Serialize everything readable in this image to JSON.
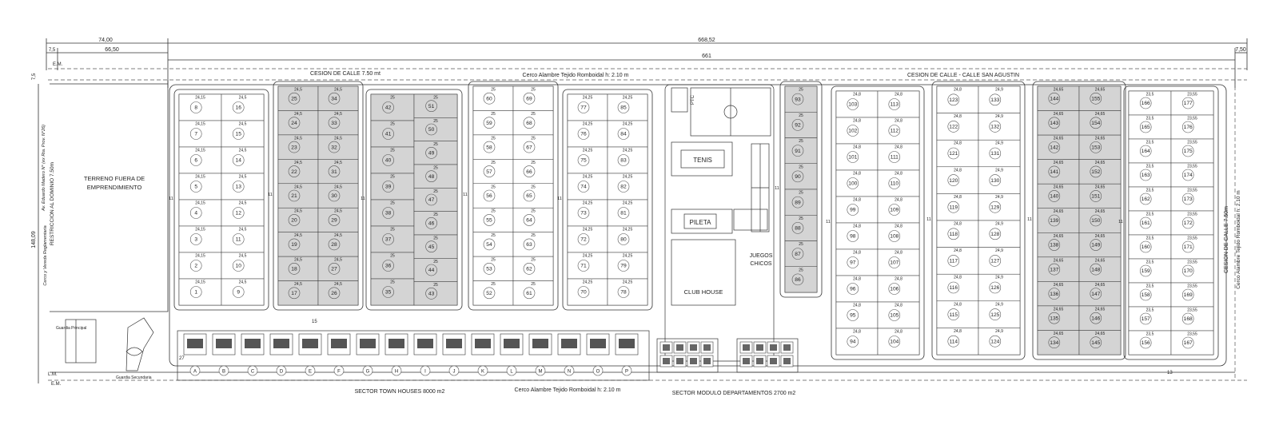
{
  "dimensions": {
    "total_width": "668,52",
    "left_width": "74,00",
    "left_inner": "66,50",
    "main_width": "661",
    "left_margin": "7,5",
    "right_margin": "7,50",
    "height": "148,09",
    "setback": "7,5"
  },
  "labels": {
    "em": "E.M.",
    "lm": "L.M.",
    "cesion_top": "CESION DE CALLE 7.50 mt",
    "cerco_top": "Cerco Alambre Tejido Romboidal h: 2.10 m",
    "cesion_san_agustin": "CESION DE CALLE - CALLE SAN AGUSTIN",
    "cesion_right": "CESION DE CALLE 7.50m",
    "cerco_right": "Cerco Alambre Tejido Romboidal h: 2.10 m",
    "terreno_line1": "TERRENO FUERA DE",
    "terreno_line2": "EMPRENDIMIENTO",
    "restriccion": "RESTRICCION AL DOMINIO 7.50m",
    "av_eduardo": "Av. Eduardo Madero N° (ex Rta. Prov. N°26)",
    "cerco_vereda": "Cerco y Vereda Reglamentaria",
    "sector_town": "SECTOR TOWN HOUSES 8000 m2",
    "cerco_bottom": "Cerco Alambre Tejido Romboidal h: 2.10 m",
    "sector_modulo": "SECTOR MODULO DEPARTAMENTOS  2700 m2",
    "guardia_principal": "Guardia Principal",
    "guardia_secundaria": "Guardia Secundaria",
    "ptc": "PTC",
    "tenis": "TENIS",
    "pileta": "PILETA",
    "juegos1": "JUEGOS",
    "juegos2": "CHICOS",
    "club_house": "CLUB HOUSE",
    "road_width": "11",
    "road_15": "15",
    "road_13": "13",
    "road_27": "27"
  },
  "block_defs": [
    {
      "id": "B1",
      "rows": 10,
      "left": [
        1,
        2,
        3,
        4,
        5,
        6,
        7,
        8
      ],
      "right": [
        9,
        10,
        11,
        12,
        13,
        14,
        15,
        16
      ],
      "shaded": false,
      "dimL": "24,15",
      "dimR": "24,5"
    },
    {
      "id": "B2",
      "rows": 10,
      "left": [
        17,
        18,
        19,
        20,
        21,
        22,
        23,
        24,
        25
      ],
      "right": [
        26,
        27,
        28,
        29,
        30,
        31,
        32,
        33,
        34
      ],
      "shaded": true,
      "dimL": "24,5",
      "dimR": "24,5"
    },
    {
      "id": "B3",
      "rows": 10,
      "left": [
        35,
        36,
        37,
        38,
        39,
        40,
        41,
        42
      ],
      "right": [
        43,
        44,
        45,
        46,
        47,
        48,
        49,
        50,
        51
      ],
      "shaded": true,
      "dimL": "25",
      "dimR": "25"
    },
    {
      "id": "B4",
      "rows": 10,
      "left": [
        52,
        53,
        54,
        55,
        56,
        57,
        58,
        59,
        60
      ],
      "right": [
        61,
        62,
        63,
        64,
        65,
        66,
        67,
        68,
        69
      ],
      "shaded": false,
      "dimL": "25",
      "dimR": "25"
    },
    {
      "id": "B5",
      "rows": 10,
      "left": [
        70,
        71,
        72,
        73,
        74,
        75,
        76,
        77
      ],
      "right": [
        78,
        79,
        80,
        81,
        82,
        83,
        84,
        85
      ],
      "shaded": false,
      "dimL": "24,25",
      "dimR": "24,25"
    },
    {
      "id": "B6",
      "rows": 10,
      "left": [
        86,
        87,
        88,
        89,
        90,
        91,
        92,
        93
      ],
      "right": [],
      "shaded": true,
      "dimL": "25",
      "dimR": ""
    },
    {
      "id": "B7",
      "rows": 12,
      "left": [
        94,
        95,
        96,
        97,
        98,
        99,
        100,
        101,
        102,
        103
      ],
      "right": [
        104,
        105,
        106,
        107,
        108,
        109,
        110,
        111,
        112,
        113
      ],
      "shaded": false,
      "dimL": "24,8",
      "dimR": "24,8"
    },
    {
      "id": "B8",
      "rows": 12,
      "left": [
        114,
        115,
        116,
        117,
        118,
        119,
        120,
        121,
        122,
        123
      ],
      "right": [
        124,
        125,
        126,
        127,
        128,
        129,
        130,
        131,
        132,
        133
      ],
      "shaded": false,
      "dimL": "24,8",
      "dimR": "24,9"
    },
    {
      "id": "B9",
      "rows": 12,
      "left": [
        134,
        135,
        136,
        137,
        138,
        139,
        140,
        141,
        142,
        143,
        144
      ],
      "right": [
        145,
        146,
        147,
        148,
        149,
        150,
        151,
        152,
        153,
        154,
        155
      ],
      "shaded": true,
      "dimL": "24,65",
      "dimR": "24,65"
    },
    {
      "id": "B10",
      "rows": 12,
      "left": [
        156,
        157,
        158,
        159,
        160,
        161,
        162,
        163,
        164,
        165,
        166
      ],
      "right": [
        167,
        168,
        169,
        170,
        171,
        172,
        173,
        174,
        175,
        176,
        177
      ],
      "shaded": false,
      "dimL": "23,5",
      "dimR": "23,55"
    }
  ],
  "town_houses": [
    "A",
    "B",
    "C",
    "D",
    "E",
    "F",
    "G",
    "H",
    "I",
    "J",
    "K",
    "L",
    "M",
    "N",
    "O",
    "P"
  ],
  "colors": {
    "line": "#333333",
    "shade": "#d4d4d4",
    "light": "#bbbbbb"
  }
}
